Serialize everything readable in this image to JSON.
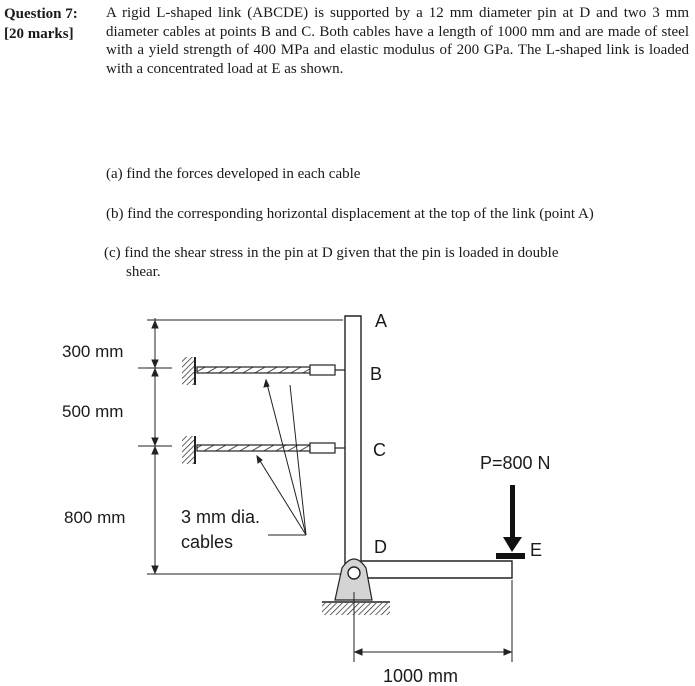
{
  "question": {
    "label": "Question 7:",
    "marks": "[20 marks]",
    "text": "A rigid L-shaped link (ABCDE) is supported by a 12 mm diameter pin at D and two 3 mm diameter cables at points B and C. Both cables have a length of 1000 mm and are made of steel with a yield strength of 400 MPa and elastic modulus of 200 GPa. The L-shaped link is loaded with a concentrated load at E as shown."
  },
  "parts": {
    "a": "(a) find the forces developed in each cable",
    "b": "(b) find the corresponding horizontal displacement at the top of the link (point A)",
    "c_line1": "(c) find the shear stress in the pin at D given that the pin is loaded in double",
    "c_line2": "shear."
  },
  "figure": {
    "dim_300": "300 mm",
    "dim_500": "500 mm",
    "dim_800": "800 mm",
    "dim_1000": "1000 mm",
    "point_a": "A",
    "point_b": "B",
    "point_c": "C",
    "point_d": "D",
    "point_e": "E",
    "load": "P=800 N",
    "cable_label_line1": "3 mm dia.",
    "cable_label_line2": "cables"
  }
}
